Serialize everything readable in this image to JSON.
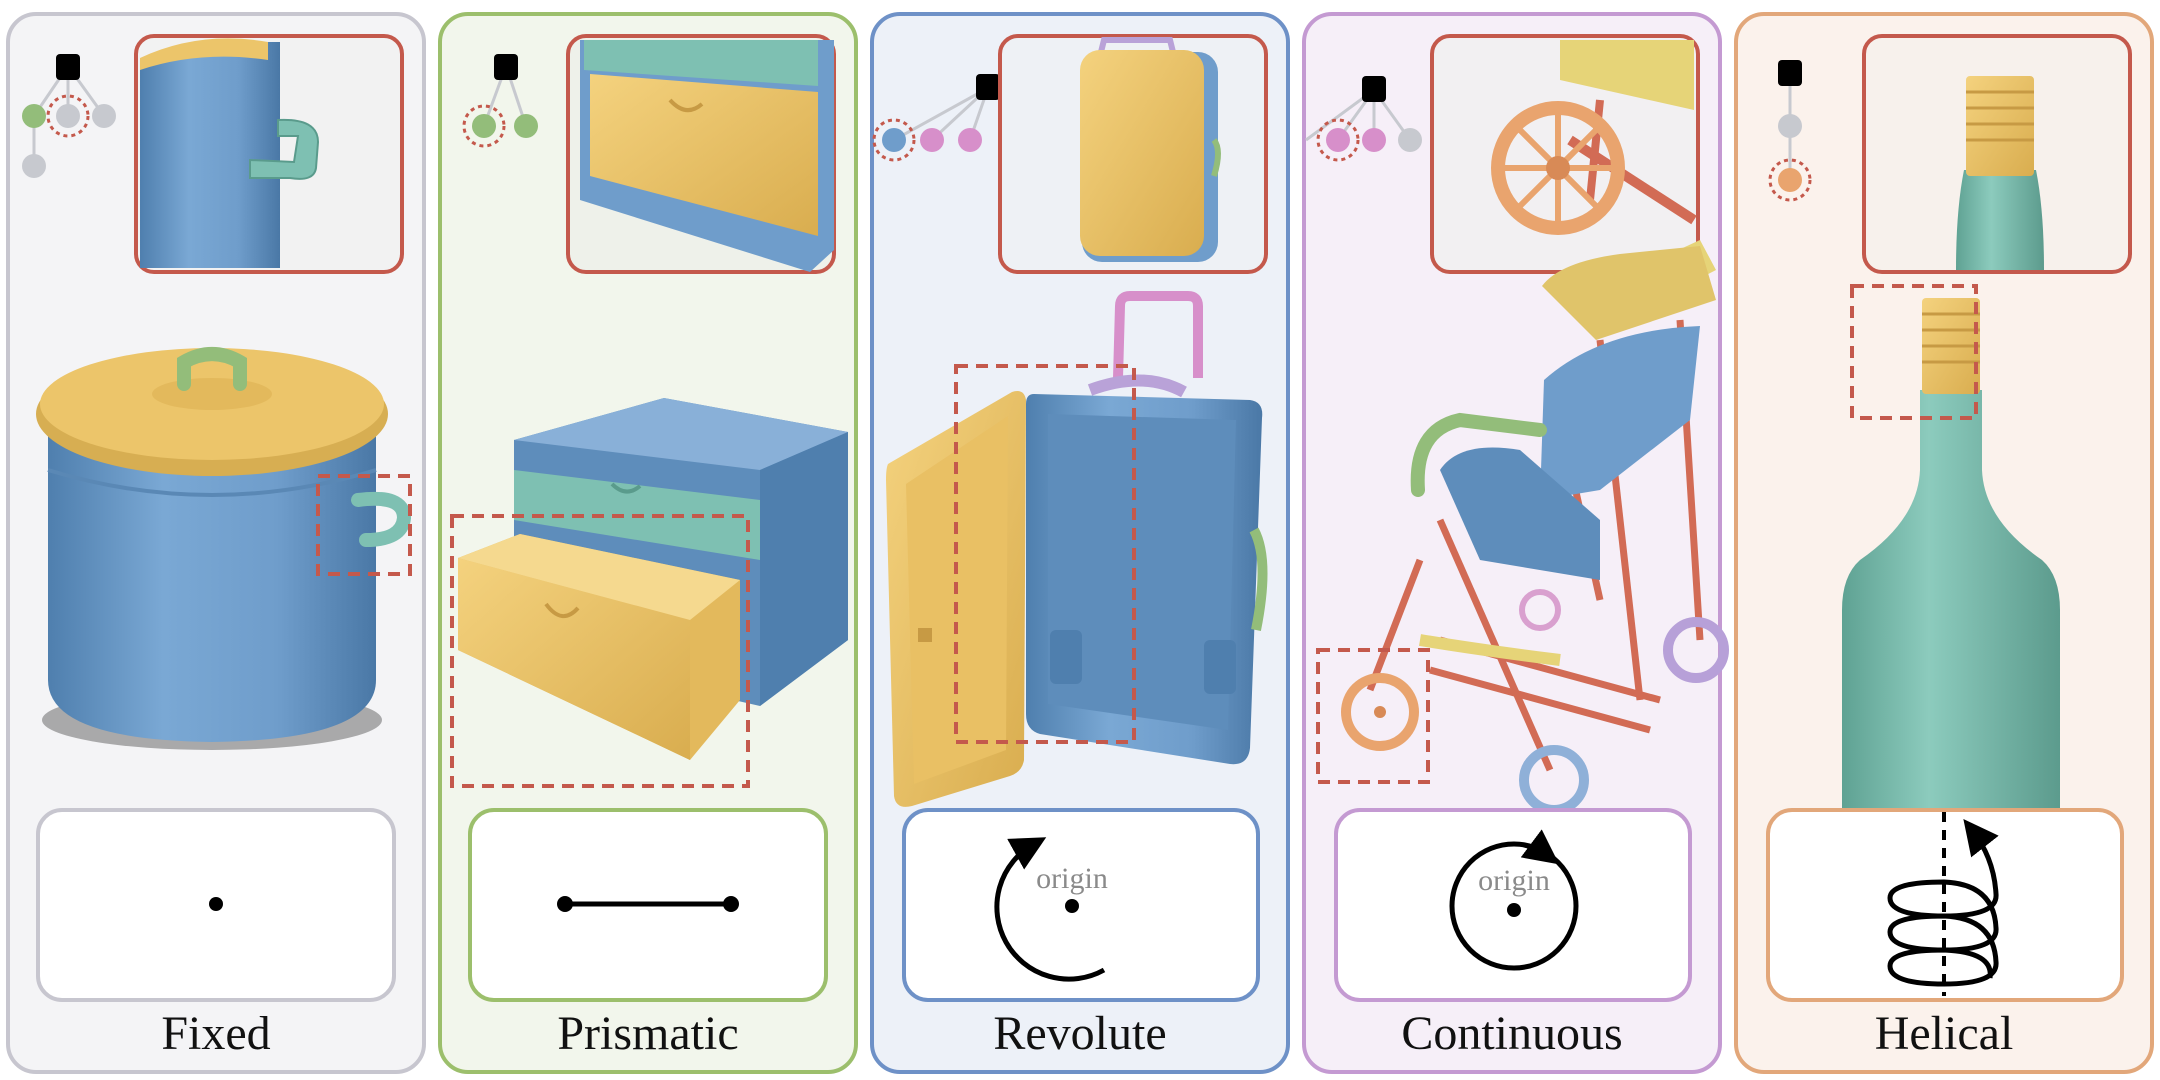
{
  "panels": [
    {
      "id": "fixed",
      "caption": "Fixed",
      "accent": "#c7c6cf",
      "tint": "#f4f4f6"
    },
    {
      "id": "prismatic",
      "caption": "Prismatic",
      "accent": "#9cbf6c",
      "tint": "#f2f6ec"
    },
    {
      "id": "revolute",
      "caption": "Revolute",
      "accent": "#6e91c7",
      "tint": "#edf1f8",
      "diagram_label": "origin"
    },
    {
      "id": "continuous",
      "caption": "Continuous",
      "accent": "#c49ad2",
      "tint": "#f6eff8",
      "diagram_label": "origin"
    },
    {
      "id": "helical",
      "caption": "Helical",
      "accent": "#e2a77a",
      "tint": "#fbf2ec"
    }
  ],
  "colors": {
    "part_blue": "#6f9dcb",
    "part_yellow": "#ecc56a",
    "part_green": "#93bd7a",
    "part_teal": "#7ec0b2",
    "part_pink": "#d78fca",
    "part_red": "#d26b55",
    "part_orange": "#e9a46e",
    "highlight_dash": "#c4594c",
    "node_gray": "#c7c9cf",
    "root_node": "#000000"
  }
}
